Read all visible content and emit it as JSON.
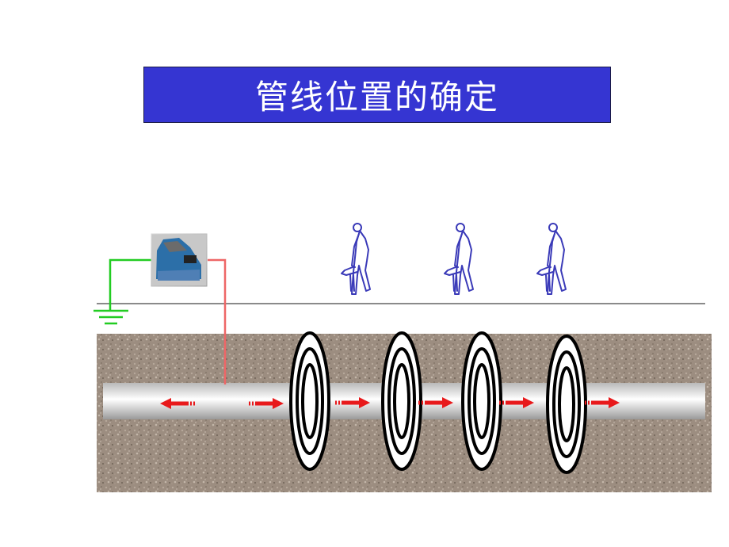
{
  "title": "管线位置的确定",
  "colors": {
    "title_bg": "#3535d2",
    "title_text": "#ffffff",
    "ground_line": "#8a8a8a",
    "soil": "#9c8d80",
    "ground_wire": "#22cc22",
    "signal_wire": "#ee6666",
    "arrow": "#e8191b",
    "operator": "#3a3ab8",
    "field_rings": "#000000"
  },
  "icons": {
    "transmitter": "transmitter-device-icon",
    "ground": "ground-symbol-icon",
    "operator": "person-with-locator-icon",
    "field": "magnetic-field-rings-icon",
    "arrow": "current-arrow-icon"
  },
  "operators_count": 3,
  "field_rings_count": 4,
  "current_arrows": [
    {
      "direction": "left"
    },
    {
      "direction": "right"
    },
    {
      "direction": "right"
    },
    {
      "direction": "right"
    },
    {
      "direction": "right"
    },
    {
      "direction": "right"
    }
  ]
}
